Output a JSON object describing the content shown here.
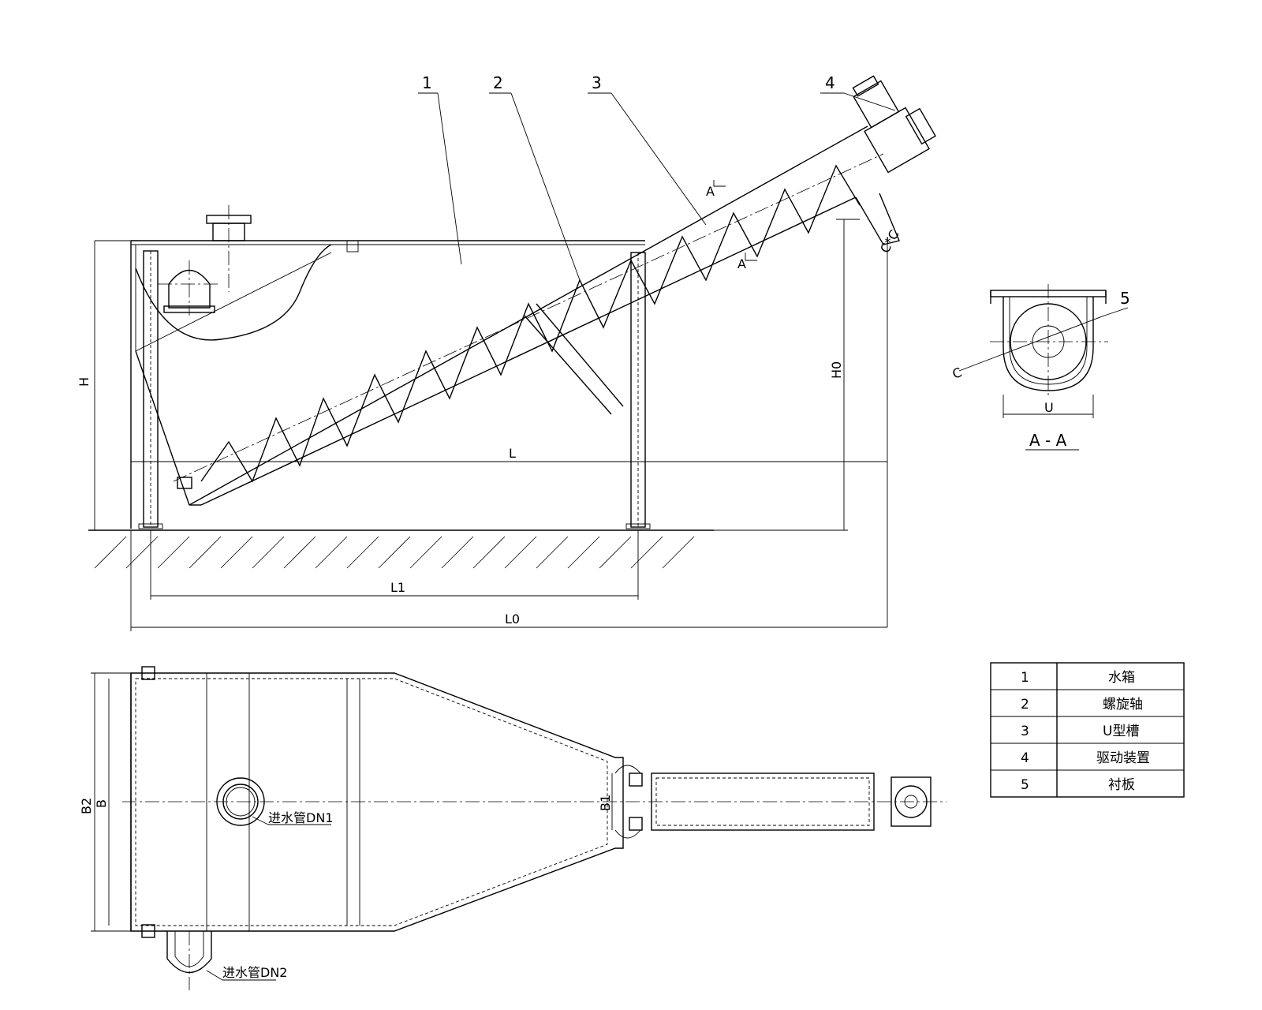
{
  "callouts": {
    "c1": "1",
    "c2": "2",
    "c3": "3",
    "c4": "4",
    "c5": "5"
  },
  "section": {
    "title": "A - A",
    "marker_top": "A",
    "marker_bottom": "A",
    "cut_label": "C*C",
    "liner_label": "C",
    "width_label": "U"
  },
  "dimensions": {
    "H": "H",
    "H0": "H0",
    "L": "L",
    "L1": "L1",
    "L0": "L0",
    "B": "B",
    "B1": "B1",
    "B2": "B2"
  },
  "plan": {
    "inlet1": "进水管DN1",
    "inlet2": "进水管DN2"
  },
  "parts_table": [
    {
      "no": "1",
      "name": "水箱"
    },
    {
      "no": "2",
      "name": "螺旋轴"
    },
    {
      "no": "3",
      "name": "U型槽"
    },
    {
      "no": "4",
      "name": "驱动装置"
    },
    {
      "no": "5",
      "name": "衬板"
    }
  ]
}
